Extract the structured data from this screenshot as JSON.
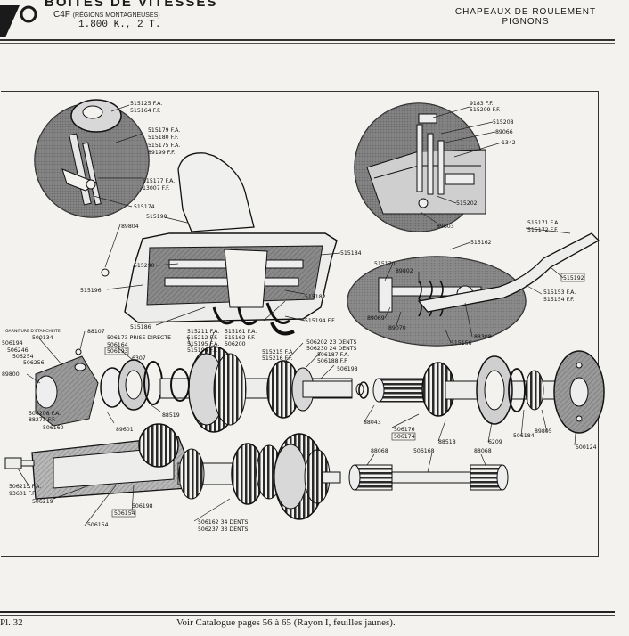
{
  "header": {
    "title": "BOITES DE VITESSES",
    "model": "C4F",
    "region": "(RÉGIONS MONTAGNEUSES)",
    "spec": "1.800 K., 2 T.",
    "right_title": "CHAPEAUX DE ROULEMENT",
    "right_sub": "PIGNONS"
  },
  "footer": {
    "plate": "Pl. 32",
    "note": "Voir Catalogue pages 56 à 65 (Rayon I, feuilles jaunes)."
  },
  "labels": {
    "l515125": "515125 F.A.",
    "l515164": "515164 F.F.",
    "l515179": "515179 F.A.",
    "l515180": "515180 F.F.",
    "l515175": "515175 F.A.",
    "l89199": "89199 F.F.",
    "l515177": "515177 F.A.",
    "l13007": "13007 F.F.",
    "l515174": "515174",
    "l515190": "515190",
    "l89804": "89804",
    "l515290": "515290",
    "l515196": "515196",
    "l515186": "515186",
    "l515184": "515184",
    "l515182": "515182",
    "l515194": "515194 F.F.",
    "l9183": "9183 F.F.",
    "l515209": "515209 F.F.",
    "l515208": "515208",
    "l89066": "89066",
    "l1342": "1342",
    "l515202": "515202",
    "l89603": "89603",
    "l515162": "515162",
    "l515171": "515171 F.A.",
    "l515172": "515172 F.F.",
    "l515192": "515192",
    "l515153": "515153 F.A.",
    "l515154": "515154 F.F.",
    "l515170": "515170",
    "l89802": "89802",
    "l89069": "89069",
    "l89070": "89070",
    "l88308": "88308",
    "l515156": "515156",
    "l515211": "515211 F.A.",
    "l515212": "515212 F.F.",
    "l515195": "515195 F.A.",
    "l515196b": "515196 F.F.",
    "l515161": "515161 F.A.",
    "l515162b": "515162 F.F.",
    "l506200": "506200",
    "l515215": "515215 F.A.",
    "l515216": "515216 F.F.",
    "l506202": "506202 23 DENTS",
    "l506230": "506230 24 DENTS",
    "l506187": "506187 F.A.",
    "l506188": "506188 F.F.",
    "l506198": "506198",
    "l88107": "88107",
    "l_garniture": "GARNITURE D'ETANCHEITE",
    "l500134": "500134",
    "l506194": "506194",
    "l506246": "506246",
    "l506254": "506254",
    "l506256": "506256",
    "l89800": "89800",
    "l506173": "506173 PRISE DIRECTE",
    "l506164": "506164",
    "l506193": "506193",
    "l6307": "6307",
    "l88519": "88519",
    "l506208": "506208 F.A.",
    "l88273": "88273 F.F.",
    "l506160": "506160",
    "l89601": "89601",
    "l88043": "88043",
    "l506176": "506176",
    "l506174": "506174",
    "l88518": "88518",
    "l6209": "6209",
    "l506184": "506184",
    "l89805": "89805",
    "l500124": "500124",
    "l506215": "506215 F.A.",
    "l93601": "93601 F.F.",
    "l506219": "506219",
    "l506198b": "506198",
    "l506154": "506154",
    "l506154b": "506154",
    "l506162": "506162 34 DENTS",
    "l506237": "506237 33 DENTS",
    "l88068a": "88068",
    "l506168": "506168",
    "l88068b": "88068"
  },
  "colors": {
    "ink": "#1a1a1a",
    "paper": "#f3f2ee",
    "shade": "#6d6d6d",
    "light": "#cfcfcf"
  }
}
